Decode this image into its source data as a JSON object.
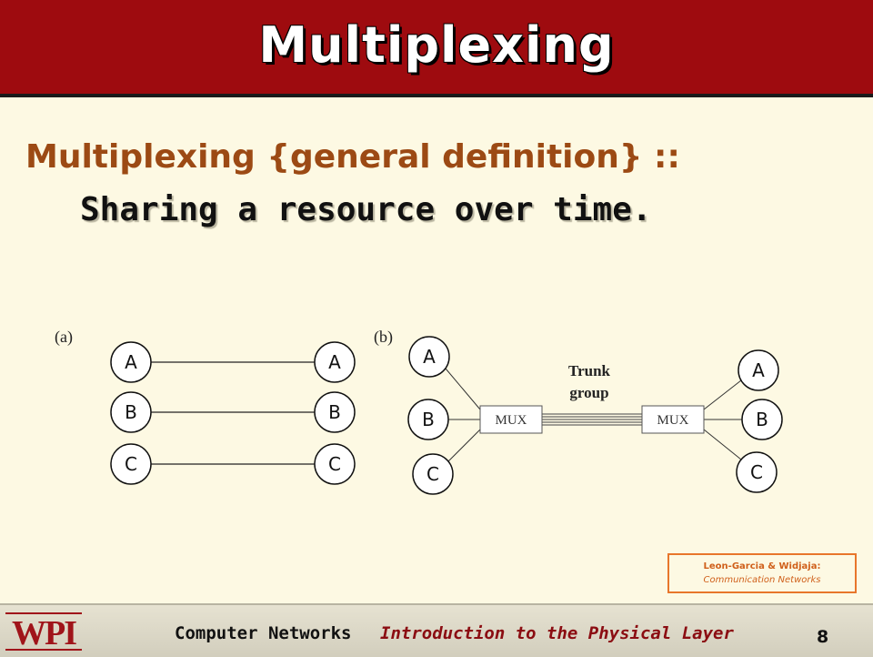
{
  "slide": {
    "title": "Multiplexing",
    "heading": "Multiplexing {general definition} ::",
    "subheading": "Sharing a resource over time."
  },
  "diagram": {
    "panel_a": {
      "label": "(a)",
      "left_nodes": [
        "A",
        "B",
        "C"
      ],
      "right_nodes": [
        "A",
        "B",
        "C"
      ]
    },
    "panel_b": {
      "label": "(b)",
      "left_nodes": [
        "A",
        "B",
        "C"
      ],
      "right_nodes": [
        "A",
        "B",
        "C"
      ],
      "mux_left": "MUX",
      "mux_right": "MUX",
      "trunk_line1": "Trunk",
      "trunk_line2": "group"
    }
  },
  "credit": {
    "line1": "Leon-Garcia & Widjaja:",
    "line2": "Communication Networks"
  },
  "footer": {
    "logo": "WPI",
    "left_text": "Computer Networks",
    "right_text": "Introduction to the Physical Layer",
    "page_number": "8"
  },
  "colors": {
    "title_bar": "#9e0b0f",
    "heading": "#9c4a14",
    "background": "#fdf9e3",
    "node_fill": "#ffffff",
    "credit_border": "#e8762b"
  }
}
